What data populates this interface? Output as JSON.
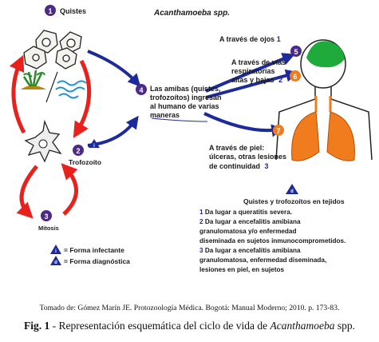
{
  "title": "Acanthamoeba spp.",
  "colors": {
    "red": "#e8211c",
    "blue": "#1c2a9c",
    "purple": "#4b2a8a",
    "orange": "#f07c1e",
    "green": "#1faa3c"
  },
  "stages": {
    "quistes": {
      "num": "1",
      "label": "Quistes"
    },
    "trofozoito": {
      "num": "2",
      "label": "Trofozoíto",
      "marker": "i"
    },
    "mitosis": {
      "num": "3",
      "label": "Mitosis"
    },
    "entrada": {
      "num": "4",
      "lines": [
        "Las amibas (quistes,",
        "trofozoítos) ingresan",
        "al humano de varias",
        "maneras"
      ]
    }
  },
  "routes": {
    "ojos": {
      "text": "A través de ojos",
      "num": "1",
      "marker": "5"
    },
    "vias": {
      "lines": [
        "A través de vías",
        "respiratorias",
        "altas y bajas"
      ],
      "num": "2",
      "marker": "6"
    },
    "piel": {
      "lines": [
        "A través de piel:",
        "úlceras, otras lesiones",
        "de continuidad"
      ],
      "num": "3",
      "marker": "7"
    }
  },
  "tejidos": {
    "marker": "d",
    "title": "Quistes y trofozoítos en tejidos",
    "items": [
      {
        "num": "1",
        "lines": [
          "Da lugar a queratitis severa."
        ]
      },
      {
        "num": "2",
        "lines": [
          "Da lugar a encefalitis amibiana",
          "granulomatosa y/o enfermedad",
          "diseminada en sujetos inmunocomprometidos."
        ]
      },
      {
        "num": "3",
        "lines": [
          "Da lugar a encefalitis amibiana",
          "granulomatosa, enfermedad diseminada,",
          "lesiones en piel, en sujetos"
        ]
      }
    ]
  },
  "legend": [
    {
      "marker": "i",
      "label": "= Forma infectante"
    },
    {
      "marker": "d",
      "label": "= Forma diagnóstica"
    }
  ],
  "source": "Tomado de: Gómez Marín JE. Protozoología Médica. Bogotá: Manual Moderno; 2010. p. 173-83.",
  "caption": {
    "prefix": "Fig. 1",
    "text": " - Representación esquemática del ciclo de vida de ",
    "species": "Acanthamoeba",
    "suffix": " spp."
  }
}
